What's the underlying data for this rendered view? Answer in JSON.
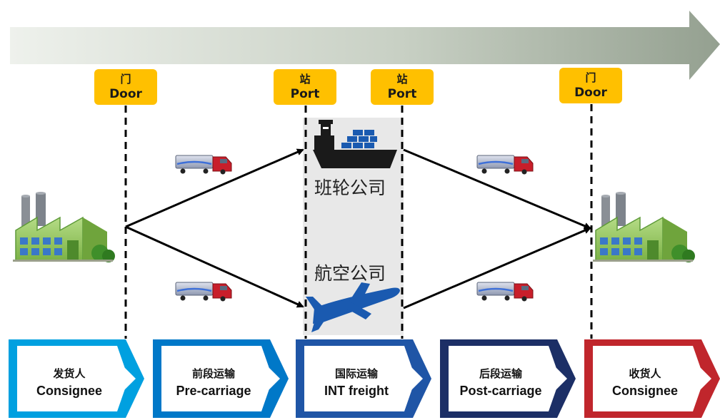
{
  "checkpoints": [
    {
      "zh": "门",
      "en": "Door"
    },
    {
      "zh": "站",
      "en": "Port"
    },
    {
      "zh": "站",
      "en": "Port"
    },
    {
      "zh": "门",
      "en": "Door"
    }
  ],
  "carriers": {
    "sea": "班轮公司",
    "air": "航空公司"
  },
  "steps": [
    {
      "zh": "发货人",
      "en": "Consignee",
      "color": "#00a0e0"
    },
    {
      "zh": "前段运输",
      "en": "Pre-carriage",
      "color": "#0078c8"
    },
    {
      "zh": "国际运输",
      "en": "INT freight",
      "color": "#1f55a6"
    },
    {
      "zh": "后段运输",
      "en": "Post-carriage",
      "color": "#1c2f66"
    },
    {
      "zh": "收货人",
      "en": "Consignee",
      "color": "#c0262c"
    }
  ],
  "colors": {
    "tag": "#ffc000",
    "port_zone": "#e8e8e8",
    "ship": "#1a1a1a",
    "containers": "#1a5ab0",
    "plane": "#1a5ab0",
    "truck_cab": "#c81e2a",
    "truck_trailer": "#9aa3b8",
    "factory_wall": "#8fc25a",
    "factory_roof": "#5e9a3a"
  }
}
